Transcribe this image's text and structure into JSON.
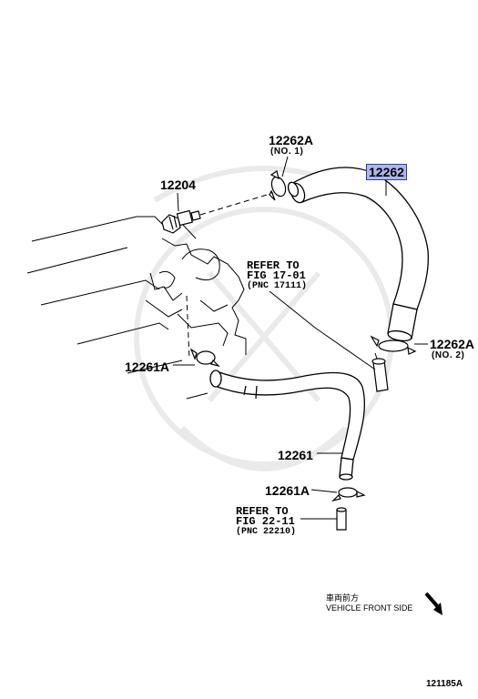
{
  "labels": {
    "p12262A_top": "12262A",
    "p12262A_top_no": "(NO. 1)",
    "p12262": "12262",
    "p12204": "12204",
    "ref1_line1": "REFER TO",
    "ref1_line2": "FIG 17-01",
    "ref1_line3": "(PNC 17111)",
    "p12262A_right": "12262A",
    "p12262A_right_no": "(NO. 2)",
    "p12261A_left": "12261A",
    "p12261": "12261",
    "p12261A_bottom": "12261A",
    "ref2_line1": "REFER TO",
    "ref2_line2": "FIG 22-11",
    "ref2_line3": "(PNC 22210)",
    "front_jp": "車両前方",
    "front_en": "VEHICLE FRONT SIDE",
    "figure_id": "121185A"
  },
  "colors": {
    "highlight": "#aeb6ee",
    "line": "#000000"
  }
}
